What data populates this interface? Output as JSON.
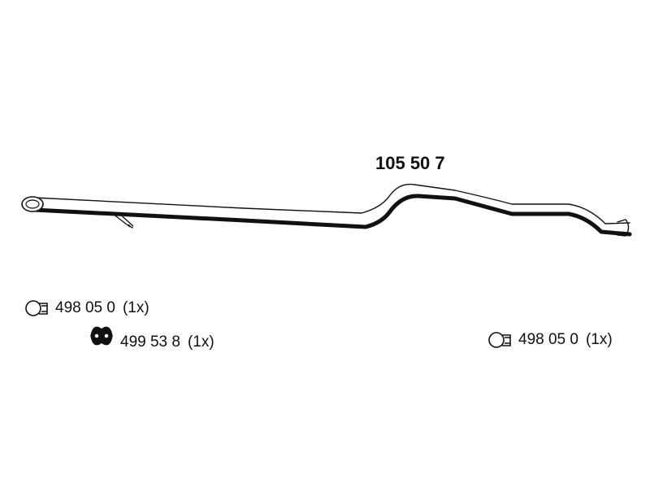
{
  "diagram": {
    "part_number": "105 50 7",
    "accessories": [
      {
        "icon": "clamp-icon",
        "code": "498 05 0",
        "qty": "(1x)"
      },
      {
        "icon": "rubber-mount-icon",
        "code": "499 53 8",
        "qty": "(1x)"
      },
      {
        "icon": "clamp-icon",
        "code": "498 05 0",
        "qty": "(1x)"
      }
    ]
  },
  "colors": {
    "ink": "#111111",
    "background": "#ffffff"
  }
}
